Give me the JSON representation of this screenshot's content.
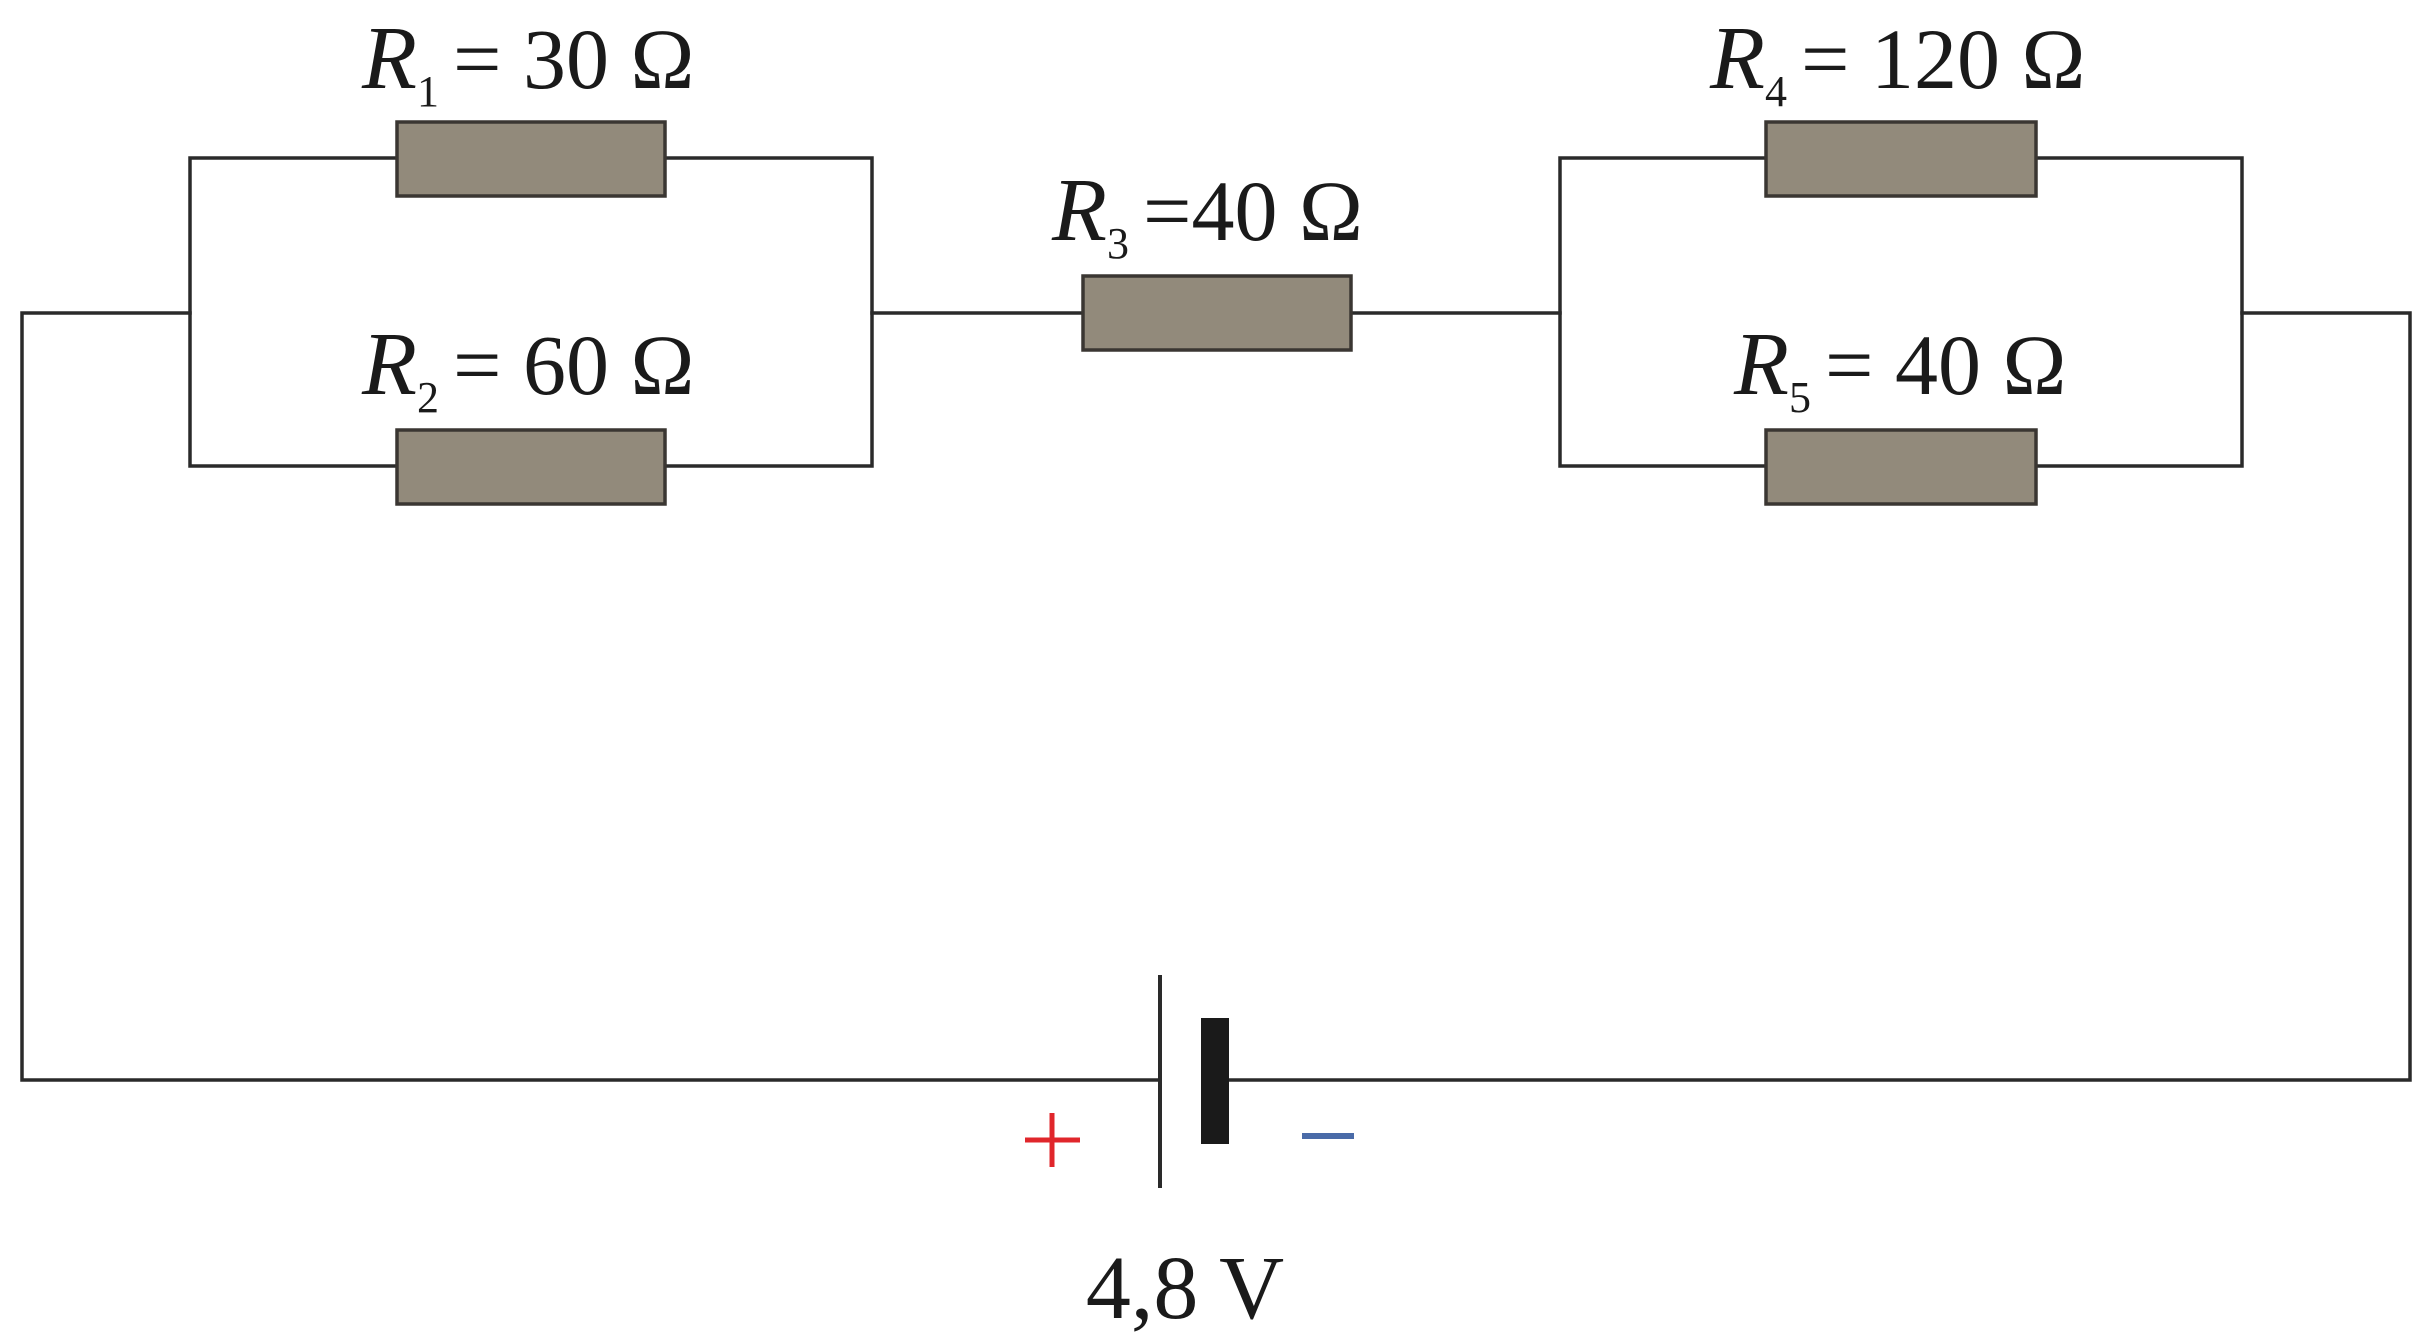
{
  "resistors": [
    {
      "symbol": "R",
      "sub": "1",
      "value": "= 30 Ω"
    },
    {
      "symbol": "R",
      "sub": "2",
      "value": "= 60 Ω"
    },
    {
      "symbol": "R",
      "sub": "3",
      "value": "=40 Ω"
    },
    {
      "symbol": "R",
      "sub": "4",
      "value": "= 120 Ω"
    },
    {
      "symbol": "R",
      "sub": "5",
      "value": "= 40 Ω"
    }
  ],
  "battery": {
    "voltage": "4,8 V",
    "positive": "+",
    "negative": "−"
  },
  "colors": {
    "resistor_fill": "#928a7b",
    "wire": "#2a2a2a",
    "plus": "#e0262b",
    "minus": "#4a6ba8"
  }
}
